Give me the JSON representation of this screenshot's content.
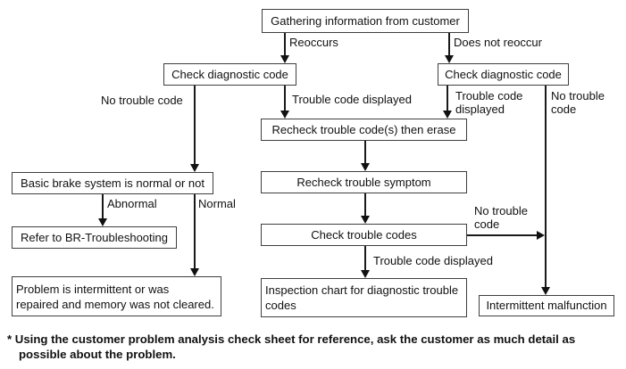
{
  "colors": {
    "background": "#ffffff",
    "box_border": "#3f3f3f",
    "line": "#1a1a1a",
    "text": "#111111"
  },
  "nodes": {
    "gathering": "Gathering information from customer",
    "check_diagnostic_left": "Check diagnostic code",
    "check_diagnostic_right": "Check diagnostic code",
    "recheck_erase": "Recheck trouble code(s) then erase",
    "recheck_symptom": "Recheck trouble symptom",
    "check_trouble_codes": "Check trouble codes",
    "basic_brake": "Basic brake system is normal or not",
    "refer_br": "Refer to BR-Troubleshooting",
    "problem_intermittent": "Problem is intermittent or was\nrepaired and memory was not cleared.",
    "inspection_chart": "Inspection chart for diagnostic trouble\ncodes",
    "intermittent_malfunction": "Intermittent malfunction"
  },
  "edge_labels": {
    "reoccurs": "Reoccurs",
    "does_not_reoccur": "Does not reoccur",
    "no_trouble_code_left": "No trouble code",
    "trouble_code_displayed_left": "Trouble code displayed",
    "trouble_code_displayed_right": "Trouble code\ndisplayed",
    "no_trouble_code_right": "No trouble\ncode",
    "no_trouble_code_mid": "No trouble\ncode",
    "trouble_code_displayed_bottom": "Trouble code displayed",
    "abnormal": "Abnormal",
    "normal": "Normal"
  },
  "footnote": "* Using the customer problem analysis check sheet for reference, ask the customer as much detail as\npossible about the problem."
}
